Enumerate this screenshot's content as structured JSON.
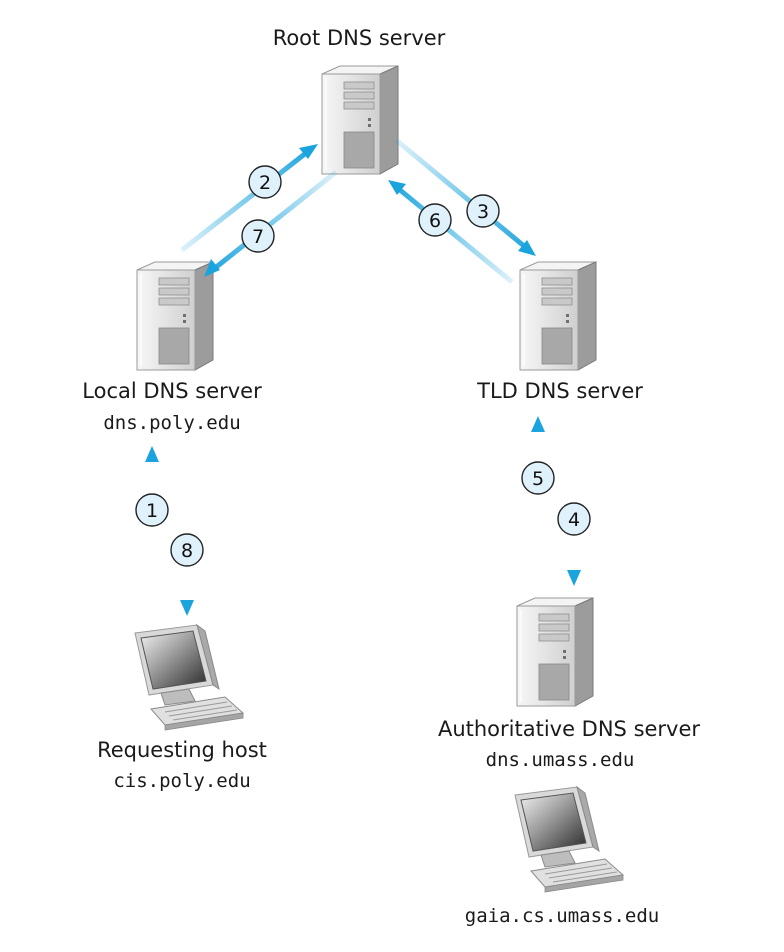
{
  "nodes": {
    "root": {
      "name": "Root DNS server"
    },
    "local": {
      "name": "Local DNS server",
      "host": "dns.poly.edu"
    },
    "tld": {
      "name": "TLD DNS server"
    },
    "auth": {
      "name": "Authoritative DNS server",
      "host": "dns.umass.edu"
    },
    "requesting": {
      "name": "Requesting host",
      "host": "cis.poly.edu"
    },
    "gaia": {
      "host": "gaia.cs.umass.edu"
    }
  },
  "steps": [
    "1",
    "2",
    "3",
    "4",
    "5",
    "6",
    "7",
    "8"
  ],
  "colors": {
    "arrow": "#1aa3dd",
    "arrow_fade": "#cfeaf7",
    "step_fill": "#dff1fa",
    "server_light": "#eeeeee",
    "server_dark": "#8a8a8a"
  }
}
